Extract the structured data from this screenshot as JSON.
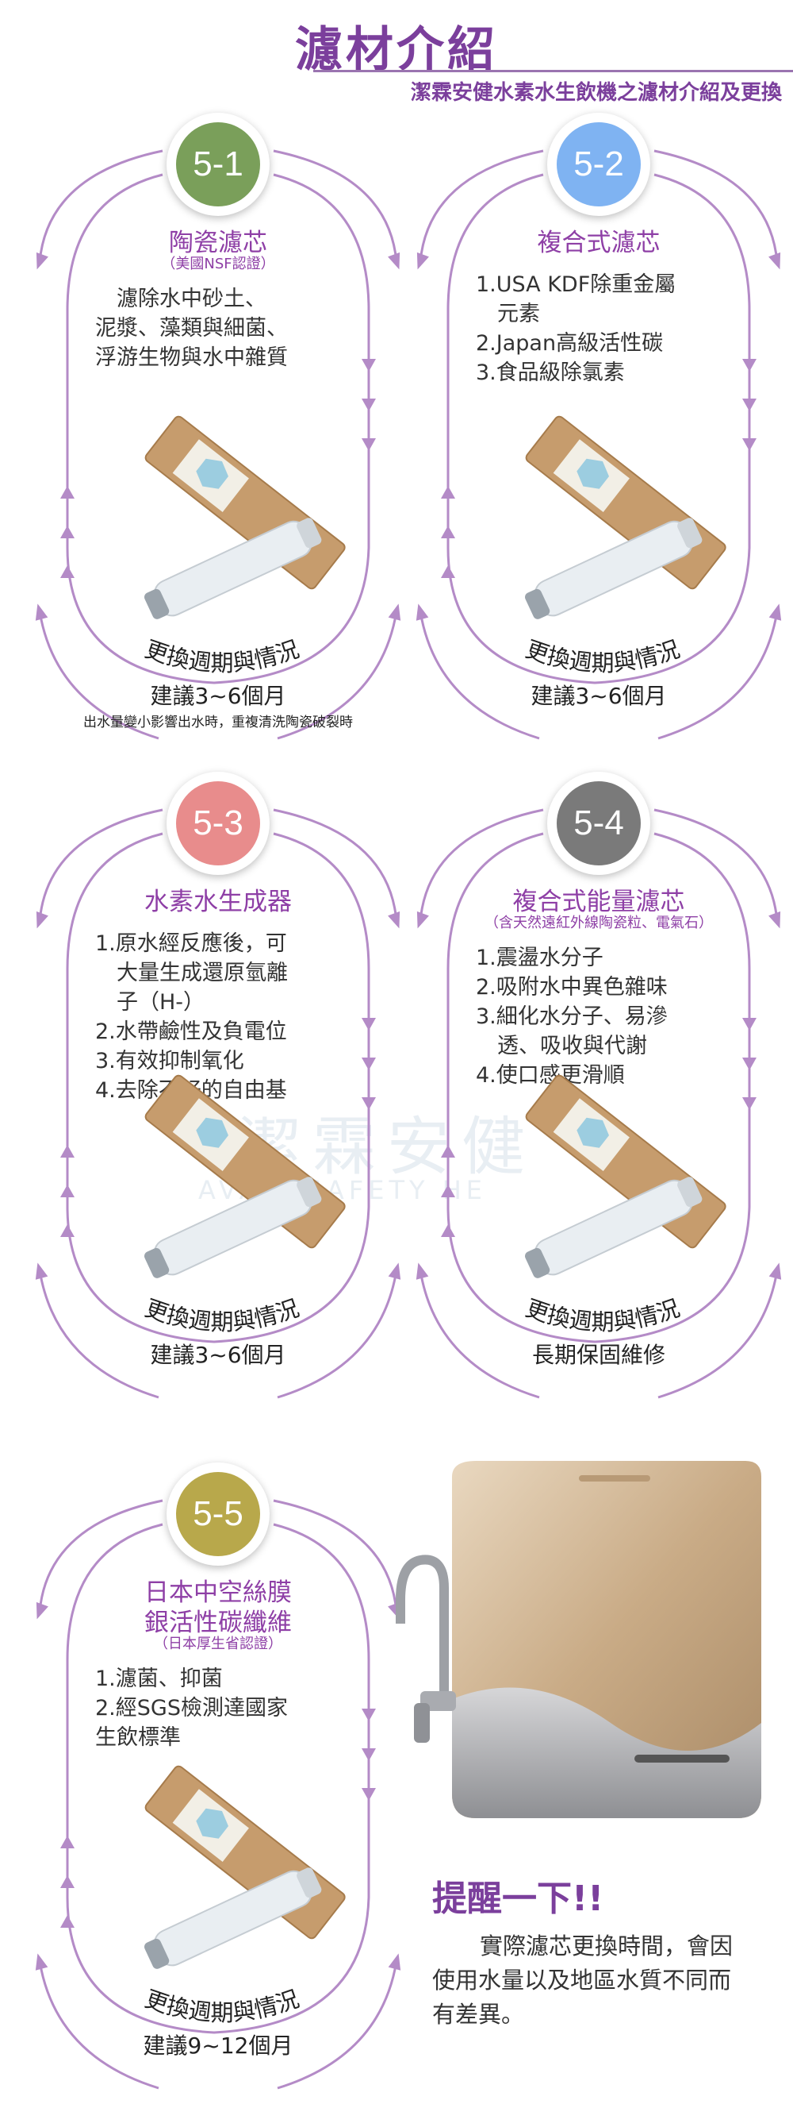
{
  "header": {
    "title": "濾材介紹",
    "subtitle": "潔霖安健水素水生飲機之濾材介紹及更換"
  },
  "watermark": {
    "brand": "潔霖安健",
    "english": "AVAIL SAFETY HE"
  },
  "colors": {
    "frame": "#b48bc7",
    "accent": "#8e3fa6",
    "badge_1": "#7a9f5a",
    "badge_2": "#7fb3f2",
    "badge_3": "#e88c8c",
    "badge_4": "#7a7a7a",
    "badge_5": "#b8a84b"
  },
  "cycle_label": "更換週期與情況",
  "cards": [
    {
      "badge": "5-1",
      "name": "陶瓷濾芯",
      "note": "（美國NSF認證）",
      "desc": [
        "　濾除水中砂土、",
        "泥漿、藻類與細菌、",
        "浮游生物與水中雜質"
      ],
      "cycle": "建議3~6個月",
      "cycle_note": "出水量變小影響出水時，重複清洗陶瓷破裂時"
    },
    {
      "badge": "5-2",
      "name": "複合式濾芯",
      "note": "",
      "desc": [
        "1.USA  KDF除重金屬",
        "　元素",
        "2.Japan高級活性碳",
        "3.食品級除氯素"
      ],
      "cycle": "建議3~6個月",
      "cycle_note": ""
    },
    {
      "badge": "5-3",
      "name": "水素水生成器",
      "note": "",
      "desc": [
        "1.原水經反應後，可",
        "　大量生成還原氫離",
        "　子（H-）",
        "2.水帶鹼性及負電位",
        "3.有效抑制氧化",
        "4.去除不好的自由基"
      ],
      "cycle": "建議3~6個月",
      "cycle_note": ""
    },
    {
      "badge": "5-4",
      "name": "複合式能量濾芯",
      "note": "（含天然遠紅外線陶瓷粒、電氣石）",
      "desc": [
        "1.震盪水分子",
        "2.吸附水中異色雜味",
        "3.細化水分子、易滲",
        "　透、吸收與代謝",
        "4.使口感更滑順"
      ],
      "cycle": "長期保固維修",
      "cycle_note": ""
    },
    {
      "badge": "5-5",
      "name": "日本中空絲膜",
      "name2": "銀活性碳纖維",
      "note": "（日本厚生省認證）",
      "desc": [
        "1.濾菌、抑菌",
        "2.經SGS檢測達國家",
        "生飲標準"
      ],
      "cycle": "建議9~12個月",
      "cycle_note": ""
    }
  ],
  "reminder": {
    "title": "提醒一下!!",
    "text": "實際濾芯更換時間，會因使用水量以及地區水質不同而有差異。"
  }
}
